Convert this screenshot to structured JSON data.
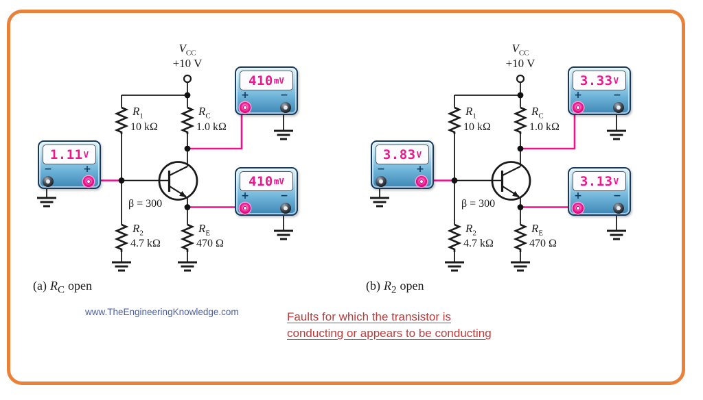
{
  "figure": {
    "website": "www.TheEngineeringKnowledge.com",
    "note_line1": "Faults for which the transistor is",
    "note_line2": "conducting or appears to be conducting",
    "accent_colors": {
      "frame_orange": "#E8813A",
      "probe_pink": "#EC128C",
      "display_pink": "#F0148E",
      "meter_blue": "#4D9CC9"
    }
  },
  "signs": {
    "plus": "+",
    "minus": "−"
  },
  "circuits": [
    {
      "caption": {
        "prefix": "(a)",
        "symbol": "R",
        "sub": "C",
        "suffix": "open"
      },
      "vcc": {
        "symbol": "V",
        "sub": "CC",
        "value": "+10 V"
      },
      "beta": "β = 300",
      "r1": {
        "symbol": "R",
        "sub": "1",
        "value": "10 kΩ"
      },
      "rc": {
        "symbol": "R",
        "sub": "C",
        "value": "1.0 kΩ"
      },
      "r2": {
        "symbol": "R",
        "sub": "2",
        "value": "4.7 kΩ"
      },
      "re": {
        "symbol": "R",
        "sub": "E",
        "value": "470 Ω"
      },
      "meters": {
        "base": {
          "reading": "1.11",
          "unit": "V"
        },
        "collector": {
          "reading": "410",
          "unit": "mV"
        },
        "emitter": {
          "reading": "410",
          "unit": "mV"
        }
      }
    },
    {
      "caption": {
        "prefix": "(b)",
        "symbol": "R",
        "sub": "2",
        "suffix": "open"
      },
      "vcc": {
        "symbol": "V",
        "sub": "CC",
        "value": "+10 V"
      },
      "beta": "β = 300",
      "r1": {
        "symbol": "R",
        "sub": "1",
        "value": "10 kΩ"
      },
      "rc": {
        "symbol": "R",
        "sub": "C",
        "value": "1.0 kΩ"
      },
      "r2": {
        "symbol": "R",
        "sub": "2",
        "value": "4.7 kΩ"
      },
      "re": {
        "symbol": "R",
        "sub": "E",
        "value": "470 Ω"
      },
      "meters": {
        "base": {
          "reading": "3.83",
          "unit": "V"
        },
        "collector": {
          "reading": "3.33",
          "unit": "V"
        },
        "emitter": {
          "reading": "3.13",
          "unit": "V"
        }
      }
    }
  ]
}
